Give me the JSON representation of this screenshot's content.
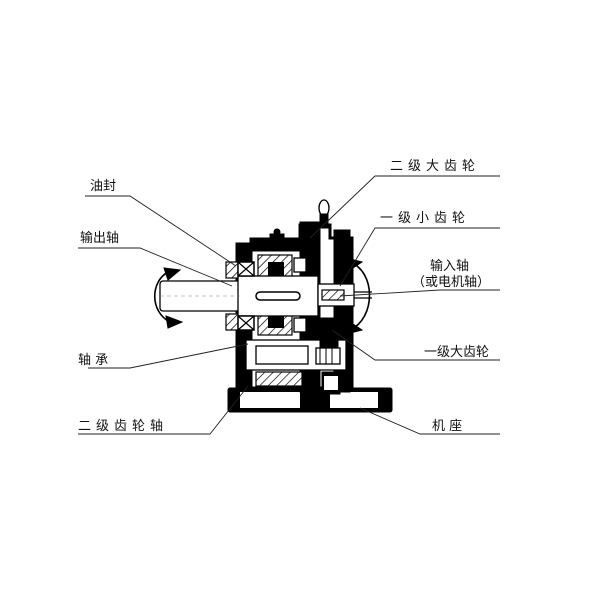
{
  "labels": {
    "secondary_large_gear": "二级大齿轮",
    "primary_small_gear": "一级小齿轮",
    "oil_seal": "油封",
    "output_shaft": "输出轴",
    "input_shaft": "输入轴",
    "motor_shaft_note": "（或电机轴）",
    "bearing": "轴  承",
    "primary_large_gear": "一级大齿轮",
    "secondary_gear_shaft": "二级齿轮轴",
    "base": "机  座"
  }
}
